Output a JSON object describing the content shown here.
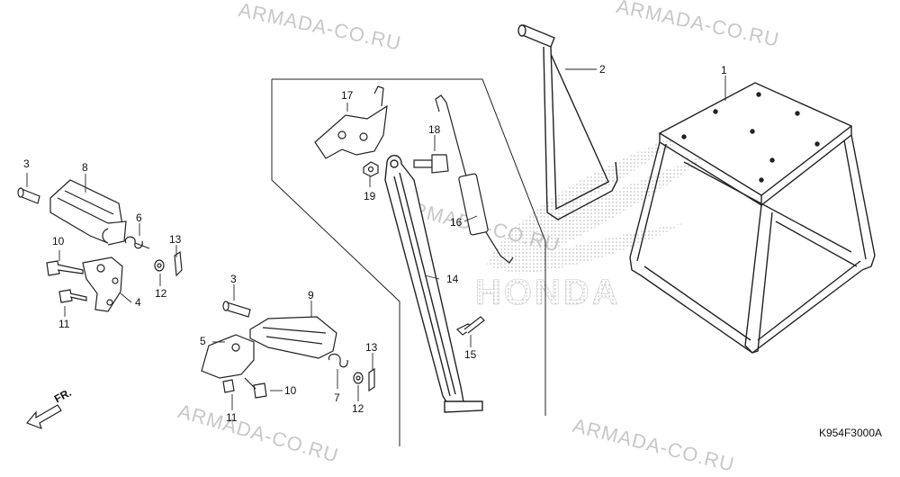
{
  "diagram": {
    "watermark": "ARMADA-CO.RU",
    "brand_text": "HONDA",
    "code": "K954F3000A",
    "direction_label": "FR.",
    "callouts": [
      "1",
      "2",
      "3",
      "4",
      "5",
      "6",
      "7",
      "8",
      "9",
      "10",
      "11",
      "12",
      "13",
      "14",
      "15",
      "16",
      "17",
      "18",
      "19"
    ],
    "repeat_labels": {
      "c3b": "3",
      "c10b": "10",
      "c11b": "11",
      "c12b": "12",
      "c13b": "13"
    }
  }
}
